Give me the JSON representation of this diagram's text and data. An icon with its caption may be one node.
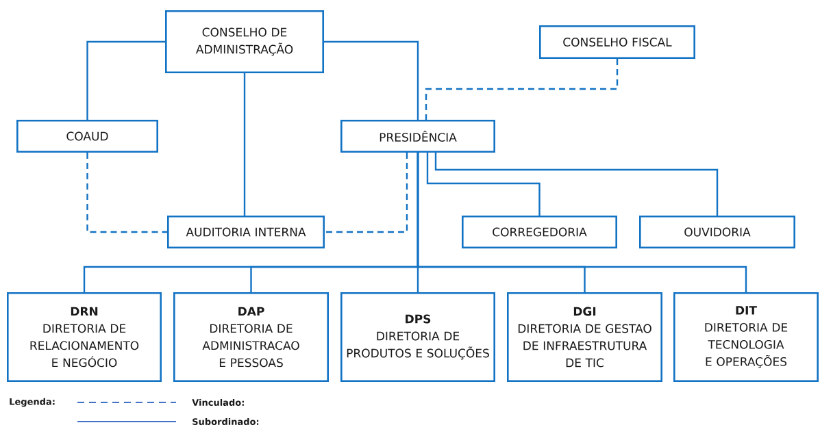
{
  "diagram": {
    "nodes": [
      {
        "text": [
          "CONSELHO DE ADMINISTRAÇÃO"
        ]
      },
      {
        "text": [
          "CONSELHO FISCAL"
        ]
      },
      {
        "text": [
          "COAUD"
        ]
      },
      {
        "text": [
          "PRESIDÊNCIA"
        ]
      },
      {
        "text": [
          "AUDITORIA INTERNA"
        ]
      },
      {
        "text": [
          "CORREGEDORIA"
        ]
      },
      {
        "text": [
          "OUVIDORIA"
        ]
      },
      {
        "text": [
          "DRN",
          "DIRETORIA DE RELACIONAMENTO E NEGÓCIO"
        ]
      },
      {
        "text": [
          "DAP",
          "DIRETORIA DE ADMINISTRACAO E PESSOAS"
        ]
      },
      {
        "text": [
          "DPS",
          "DIRETORIA DE PRODUTOS E SOLUÇÕES"
        ]
      },
      {
        "text": [
          "DGI",
          "DIRETORIA DE GESTAO DE INFRAESTRUTURA DE TIC"
        ]
      },
      {
        "text": [
          "DIT",
          "DIRETORIA DE TECNOLOGIA E OPERAÇÕES"
        ]
      }
    ],
    "edges": [
      {
        "from": 0,
        "to": 2,
        "arrow": "none"
      },
      {
        "from": 0,
        "to": 3,
        "arrow": "none"
      },
      {
        "from": 0,
        "to": 4,
        "arrow": "none"
      },
      {
        "from": 1,
        "to": 3,
        "arrow": "none",
        "style": "dashed"
      },
      {
        "from": 2,
        "to": 4,
        "arrow": "none",
        "style": "dashed"
      },
      {
        "from": 3,
        "to": 4,
        "arrow": "none",
        "style": "dashed"
      },
      {
        "from": 3,
        "to": 5,
        "arrow": "none"
      },
      {
        "from": 3,
        "to": 6,
        "arrow": "none"
      },
      {
        "from": 3,
        "to": 7,
        "arrow": "none"
      },
      {
        "from": 3,
        "to": 8,
        "arrow": "none"
      },
      {
        "from": 3,
        "to": 9,
        "arrow": "none"
      },
      {
        "from": 3,
        "to": 10,
        "arrow": "none"
      },
      {
        "from": 3,
        "to": 11,
        "arrow": "none"
      }
    ],
    "labels": [
      "Legenda:"
    ],
    "legend": [
      {
        "text": "Vinculado:"
      },
      {
        "text": "Subordinado:"
      }
    ]
  }
}
